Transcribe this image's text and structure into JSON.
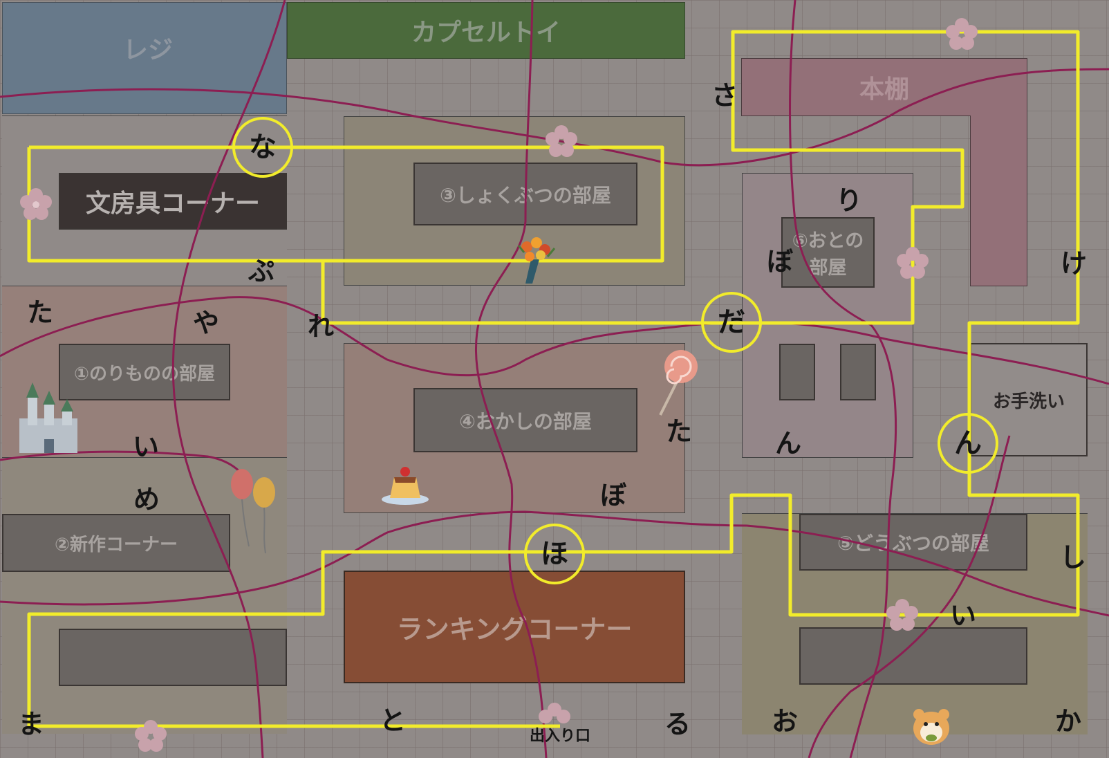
{
  "zones": {
    "register": "レジ",
    "capsule_toy": "カプセルトイ",
    "bookshelf": "本棚",
    "stationery": "文房具コーナー",
    "plants_room": "③しょくぶつの部屋",
    "rides_room": "①のりものの部屋",
    "sweets_room": "④おかしの部屋",
    "sounds_room_line1": "⑥おとの",
    "sounds_room_line2": "部屋",
    "new_release": "②新作コーナー",
    "ranking": "ランキングコーナー",
    "animals_room": "⑤どうぶつの部屋",
    "restroom": "お手洗い",
    "entrance": "出入り口"
  },
  "hiragana": {
    "sa": "さ",
    "na": "な",
    "pu": "ぷ",
    "ta_left": "た",
    "ya": "や",
    "re": "れ",
    "ri": "り",
    "bo_sound": "ぼ",
    "ke": "け",
    "da": "だ",
    "i_left": "い",
    "me": "め",
    "ta_mid": "た",
    "bo_mid": "ぼ",
    "n_left": "ん",
    "n_right": "ん",
    "ho": "ほ",
    "shi": "し",
    "i_right": "い",
    "ma": "ま",
    "to": "と",
    "ru": "る",
    "o": "お",
    "ka": "か"
  },
  "icons": [
    "flower-bouquet-icon",
    "castle-icon",
    "balloons-icon",
    "lollipop-icon",
    "pudding-icon",
    "hamster-icon",
    "sakura-icon"
  ],
  "colors": {
    "background": "#908a88",
    "route": "#f2ec2b",
    "roads": "#8c1e52",
    "register": "#67798a",
    "capsule_toy": "#4b6a3c",
    "bookshelf": "#937078",
    "ranking": "#864d35",
    "room": "#6a6562"
  }
}
